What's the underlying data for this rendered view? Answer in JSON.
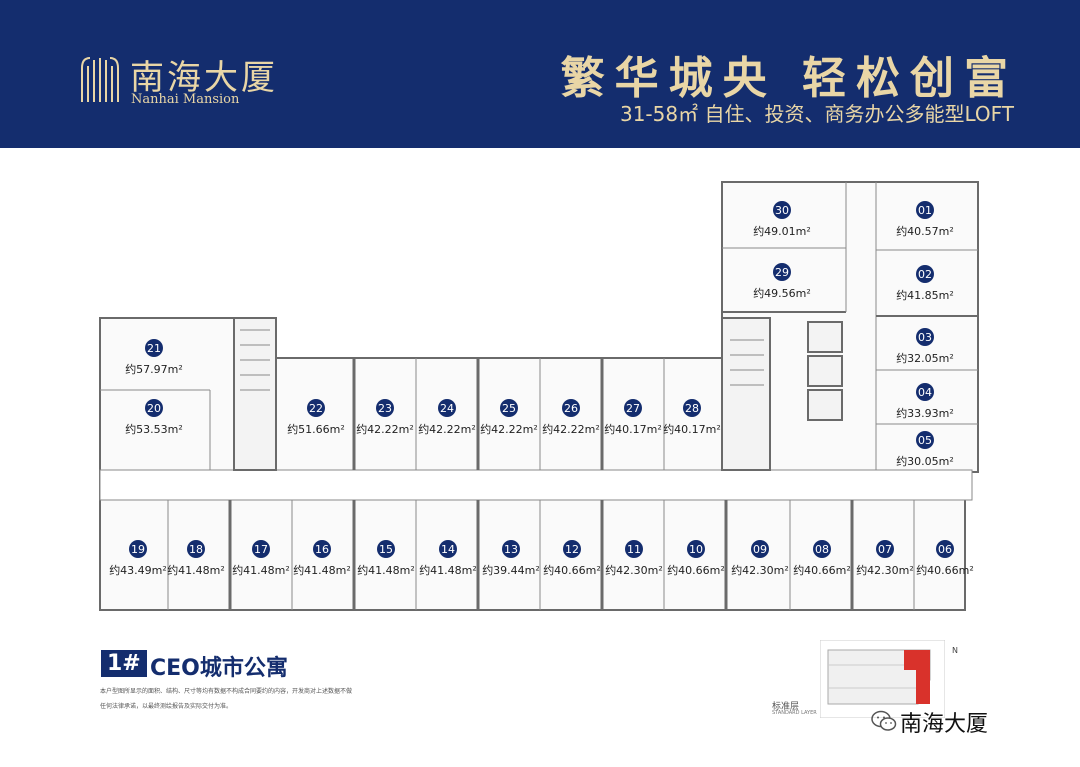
{
  "header": {
    "logo_cn": "南海大厦",
    "logo_en": "Nanhai Mansion",
    "slogan": "繁华城央 轻松创富",
    "subslogan": "31-58㎡ 自住、投资、商务办公多能型LOFT",
    "bg_color": "#142d6e",
    "accent_color": "#e9d6a6"
  },
  "units": [
    {
      "num": "01",
      "area": "约40.57m²"
    },
    {
      "num": "02",
      "area": "约41.85m²"
    },
    {
      "num": "03",
      "area": "约32.05m²"
    },
    {
      "num": "04",
      "area": "约33.93m²"
    },
    {
      "num": "05",
      "area": "约30.05m²"
    },
    {
      "num": "06",
      "area": "约40.66m²"
    },
    {
      "num": "07",
      "area": "约42.30m²"
    },
    {
      "num": "08",
      "area": "约40.66m²"
    },
    {
      "num": "09",
      "area": "约42.30m²"
    },
    {
      "num": "10",
      "area": "约40.66m²"
    },
    {
      "num": "11",
      "area": "约42.30m²"
    },
    {
      "num": "12",
      "area": "约40.66m²"
    },
    {
      "num": "13",
      "area": "约39.44m²"
    },
    {
      "num": "14",
      "area": "约41.48m²"
    },
    {
      "num": "15",
      "area": "约41.48m²"
    },
    {
      "num": "16",
      "area": "约41.48m²"
    },
    {
      "num": "17",
      "area": "约41.48m²"
    },
    {
      "num": "18",
      "area": "约41.48m²"
    },
    {
      "num": "19",
      "area": "约43.49m²"
    },
    {
      "num": "20",
      "area": "约53.53m²"
    },
    {
      "num": "21",
      "area": "约57.97m²"
    },
    {
      "num": "22",
      "area": "约51.66m²"
    },
    {
      "num": "23",
      "area": "约42.22m²"
    },
    {
      "num": "24",
      "area": "约42.22m²"
    },
    {
      "num": "25",
      "area": "约42.22m²"
    },
    {
      "num": "26",
      "area": "约42.22m²"
    },
    {
      "num": "27",
      "area": "约40.17m²"
    },
    {
      "num": "28",
      "area": "约40.17m²"
    },
    {
      "num": "29",
      "area": "约49.56m²"
    },
    {
      "num": "30",
      "area": "约49.01m²"
    }
  ],
  "footer": {
    "building_no": "1#",
    "building_name": "CEO城市公寓",
    "note_line1": "本户型图所显示的面积、结构、尺寸等均有数据不构成合同要约的内容，开发商对上述数据不做",
    "note_line2": "任何法律承诺，以最终测绘报告及实际交付为准。",
    "key_label": "标准层",
    "key_label_en": "STANDARD LAYER",
    "north": "N",
    "wechat": "南海大厦",
    "highlight_color": "#d9322b"
  }
}
